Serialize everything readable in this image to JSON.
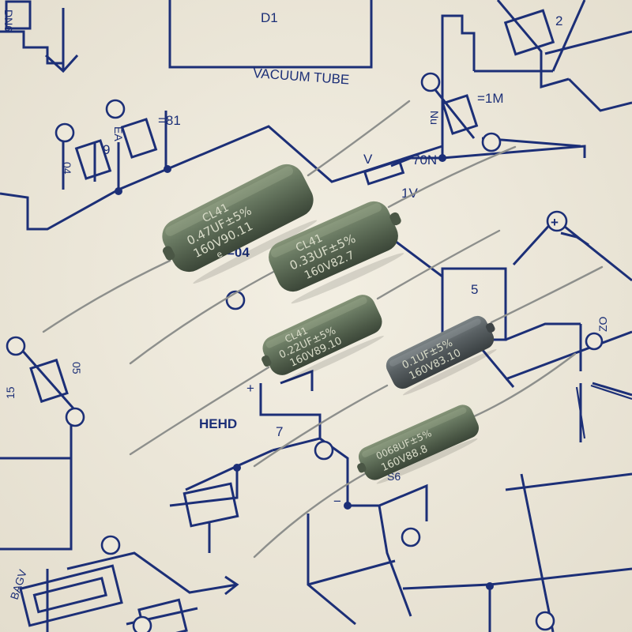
{
  "schematic": {
    "labels": {
      "d1": "D1",
      "vacuum_tube": "VACUUM TUBE",
      "box_2": "2",
      "box_5": "5",
      "box_7": "7",
      "v": "V",
      "n70": "70N",
      "v1": "1V",
      "eq_81": "=81",
      "ea": "EA",
      "nine": "9",
      "rot_04": "04",
      "eq_1m": "=1M",
      "nu": "Nu",
      "eq_04": "=04",
      "fifteen": "15",
      "o5": "05",
      "hehd": "HEHD",
      "plus": "+",
      "plus_circle": "+",
      "minus": "−",
      "zo": "ZO",
      "dn": "DN6",
      "bag": "BAGV",
      "s6": "S6"
    },
    "line_color": "#1c2f77",
    "paper_color": "#ede8da"
  },
  "capacitors": [
    {
      "line1": "CL41",
      "line2": "0.47UF±5%",
      "line3": "160V90.11",
      "line4": "e"
    },
    {
      "line1": "CL41",
      "line2": "0.33UF±5%",
      "line3": "160V82.7"
    },
    {
      "line1": "CL41",
      "line2": "0.22UF±5%",
      "line3": "160V89.10"
    },
    {
      "line1": "0.1UF±5%",
      "line2": "160V83.10"
    },
    {
      "line1": "0068UF±5%",
      "line2": "160V88.8"
    }
  ],
  "colors": {
    "capacitor_body": "#5a6a52",
    "capacitor_dark": "#4a5645",
    "capacitor_grey": "#50575a",
    "lead_wire": "#8d8f8c"
  }
}
